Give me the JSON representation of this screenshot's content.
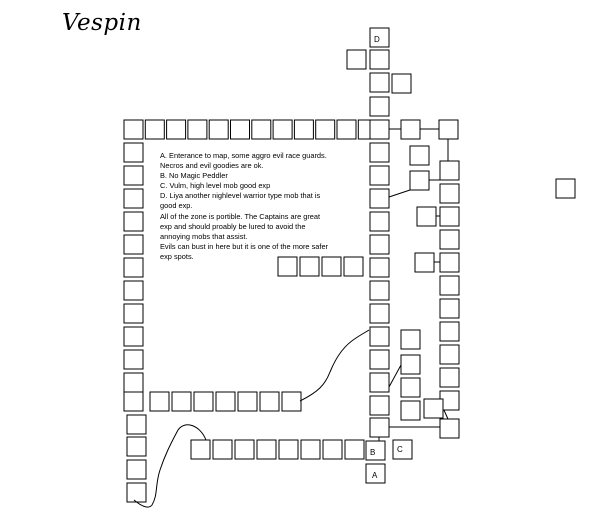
{
  "map": {
    "title": "Vespin",
    "notes": [
      "A. Enterance to map, some aggro evil race guards.",
      "Necros and evil goodies are ok.",
      "B. No Magic Peddler",
      "C. Vulm, high level mob good exp",
      "D. Liya another nighlevel warrior type mob that is",
      "good exp.",
      "All of the zone is portible.  The Captains are great",
      "exp and should proably be lured to avoid the",
      "annoying mobs that assist.",
      "Evils can bust in here but it is one of the more safer",
      "exp spots."
    ],
    "room_labels": {
      "a": "A",
      "b": "B",
      "c": "C",
      "d": "D"
    }
  }
}
